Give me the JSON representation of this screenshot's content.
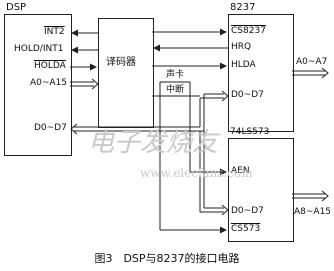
{
  "dsp": {
    "title": "DSP",
    "pins": {
      "int2": "INT2",
      "hold_int1": "HOLD/INT1",
      "holda": "HOLDA",
      "addr": "A0~A15",
      "data": "D0~D7"
    }
  },
  "decoder": {
    "label": "译码器"
  },
  "chip8237": {
    "title": "8237",
    "pins": {
      "cs": "CS8237",
      "hrq": "HRQ",
      "hlda": "HLDA",
      "data": "D0~D7"
    },
    "out_bus": "A0~A7"
  },
  "latch": {
    "title": "74LS573",
    "pins": {
      "aen": "AEN",
      "data": "D0~D7",
      "cs": "CS573"
    },
    "out_bus": "A8~A15"
  },
  "side_labels": {
    "card": "声卡",
    "interrupt": "中断"
  },
  "watermark": {
    "cn": "电子发烧友",
    "url": "www.elecfans.com"
  },
  "caption": "图3　DSP与8237的接口电路"
}
